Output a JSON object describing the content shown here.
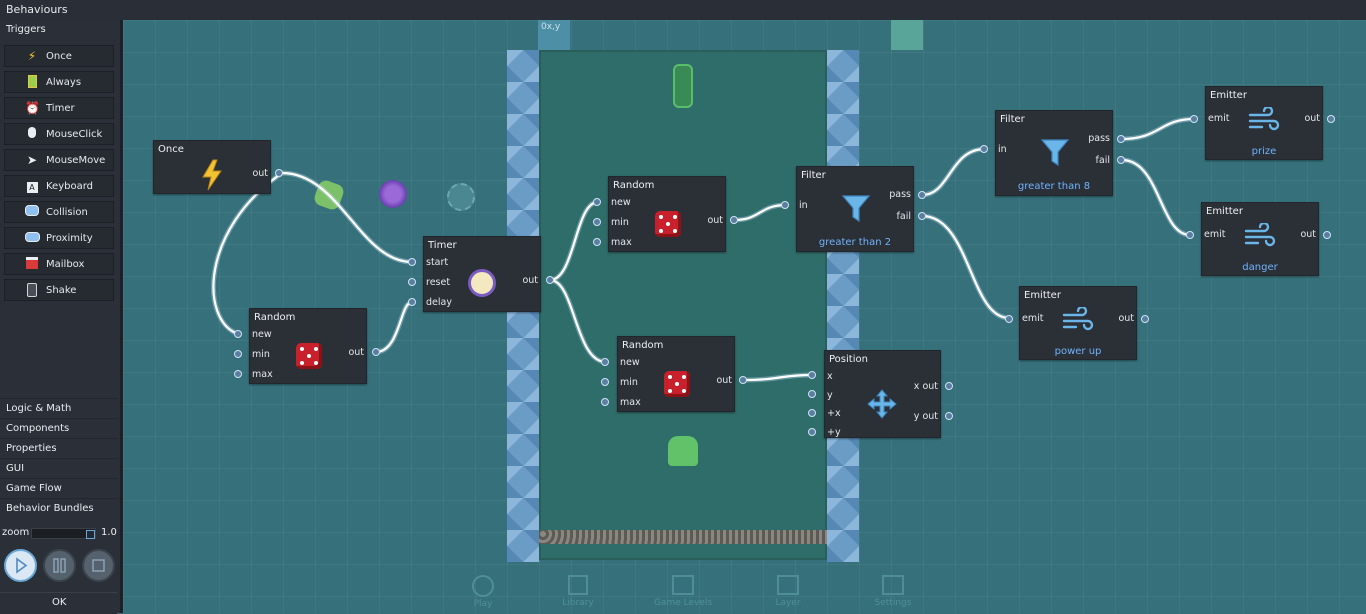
{
  "app": {
    "title": "Behaviours"
  },
  "sidebar": {
    "triggers_title": "Triggers",
    "triggers": [
      {
        "label": "Once",
        "icon": "lightning-icon"
      },
      {
        "label": "Always",
        "icon": "battery-icon"
      },
      {
        "label": "Timer",
        "icon": "alarm-clock-icon"
      },
      {
        "label": "MouseClick",
        "icon": "mouse-icon"
      },
      {
        "label": "MouseMove",
        "icon": "cursor-icon"
      },
      {
        "label": "Keyboard",
        "icon": "key-icon"
      },
      {
        "label": "Collision",
        "icon": "collision-icon"
      },
      {
        "label": "Proximity",
        "icon": "proximity-icon"
      },
      {
        "label": "Mailbox",
        "icon": "mailbox-icon"
      },
      {
        "label": "Shake",
        "icon": "phone-icon"
      }
    ],
    "categories": [
      "Logic & Math",
      "Components",
      "Properties",
      "GUI",
      "Game Flow",
      "Behavior Bundles"
    ],
    "zoom_label": "zoom",
    "zoom_value": "1.0",
    "ok_label": "OK"
  },
  "canvas": {
    "marker": "0x,y",
    "bottom_bar": [
      "Play",
      "Library",
      "Game Levels",
      "Layer",
      "Settings"
    ]
  },
  "nodes": {
    "once": {
      "title": "Once",
      "out": "out"
    },
    "random1": {
      "title": "Random",
      "new": "new",
      "min": "min",
      "max": "max",
      "out": "out"
    },
    "timer": {
      "title": "Timer",
      "start": "start",
      "reset": "reset",
      "delay": "delay",
      "out": "out"
    },
    "random2": {
      "title": "Random",
      "new": "new",
      "min": "min",
      "max": "max",
      "out": "out"
    },
    "random3": {
      "title": "Random",
      "new": "new",
      "min": "min",
      "max": "max",
      "out": "out"
    },
    "filter1": {
      "title": "Filter",
      "in": "in",
      "pass": "pass",
      "fail": "fail",
      "subtitle": "greater than 2"
    },
    "filter2": {
      "title": "Filter",
      "in": "in",
      "pass": "pass",
      "fail": "fail",
      "subtitle": "greater than 8"
    },
    "position": {
      "title": "Position",
      "x": "x",
      "y": "y",
      "px": "+x",
      "py": "+y",
      "xout": "x out",
      "yout": "y out"
    },
    "emitter1": {
      "title": "Emitter",
      "emit": "emit",
      "out": "out",
      "subtitle": "prize"
    },
    "emitter2": {
      "title": "Emitter",
      "emit": "emit",
      "out": "out",
      "subtitle": "danger"
    },
    "emitter3": {
      "title": "Emitter",
      "emit": "emit",
      "out": "out",
      "subtitle": "power up"
    }
  },
  "colors": {
    "canvas": "#36717b",
    "panel": "#2b3038",
    "node": "#2b2f36",
    "wire": "#ffffff",
    "accent": "#6fb3ff"
  }
}
